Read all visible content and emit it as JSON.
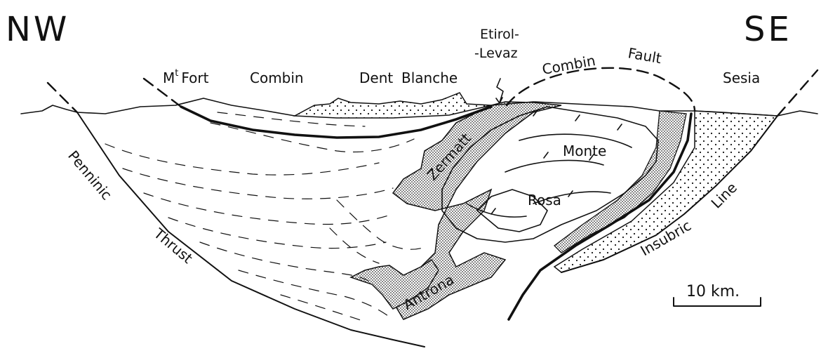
{
  "orientation": {
    "left": "NW",
    "right": "SE"
  },
  "units": {
    "mount_prefix": "M",
    "mount_superscript": "t",
    "mount_word": "Fort"
  },
  "labels": {
    "combin": "Combin",
    "dent": "Dent",
    "blanche": "Blanche",
    "etirol": "Etirol-",
    "levaz": "-Levaz",
    "combin_fault_1": "Combin",
    "combin_fault_2": "Fault",
    "sesia": "Sesia",
    "penninic": "Penninic",
    "thrust": "Thrust",
    "zermatt": "Zermatt",
    "monte": "Monte",
    "rosa": "Rosa",
    "antrona": "Antrona",
    "insubric": "Insubric",
    "line": "Line"
  },
  "scale_bar": {
    "label": "10 km."
  },
  "colors": {
    "ink": "#111111",
    "paper": "#ffffff",
    "stipple": "#8a8a8a"
  }
}
